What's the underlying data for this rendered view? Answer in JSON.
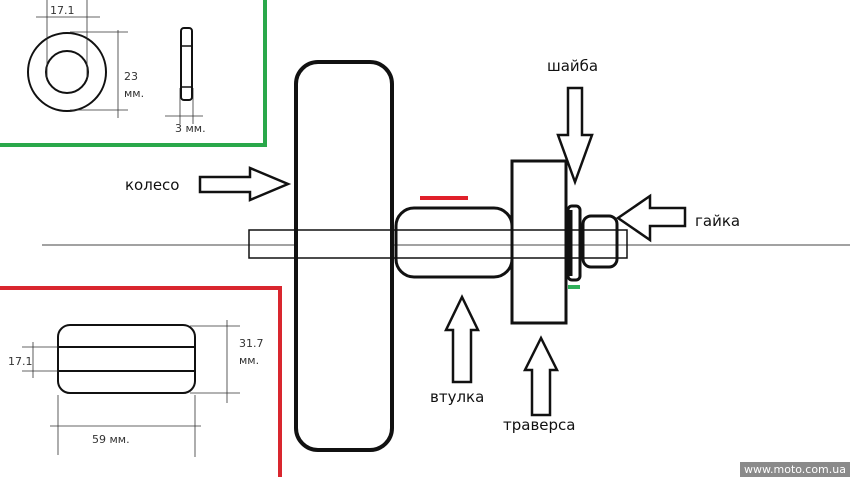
{
  "washer_detail": {
    "inner_dim": "17.1",
    "outer_dim": "23",
    "outer_unit": "мм.",
    "thickness": "3 мм."
  },
  "bushing_detail": {
    "inner_dim": "17.1",
    "outer_dim": "31.7",
    "outer_unit": "мм.",
    "length": "59 мм."
  },
  "labels": {
    "wheel": "колесо",
    "washer": "шайба",
    "nut": "гайка",
    "bushing": "втулка",
    "traverse": "траверса"
  },
  "watermark": "www.moto.com.ua",
  "colors": {
    "green_box": "#2aa84a",
    "red_box": "#d9262e",
    "red_mark": "#e0202a",
    "green_mark": "#2fb05a"
  }
}
